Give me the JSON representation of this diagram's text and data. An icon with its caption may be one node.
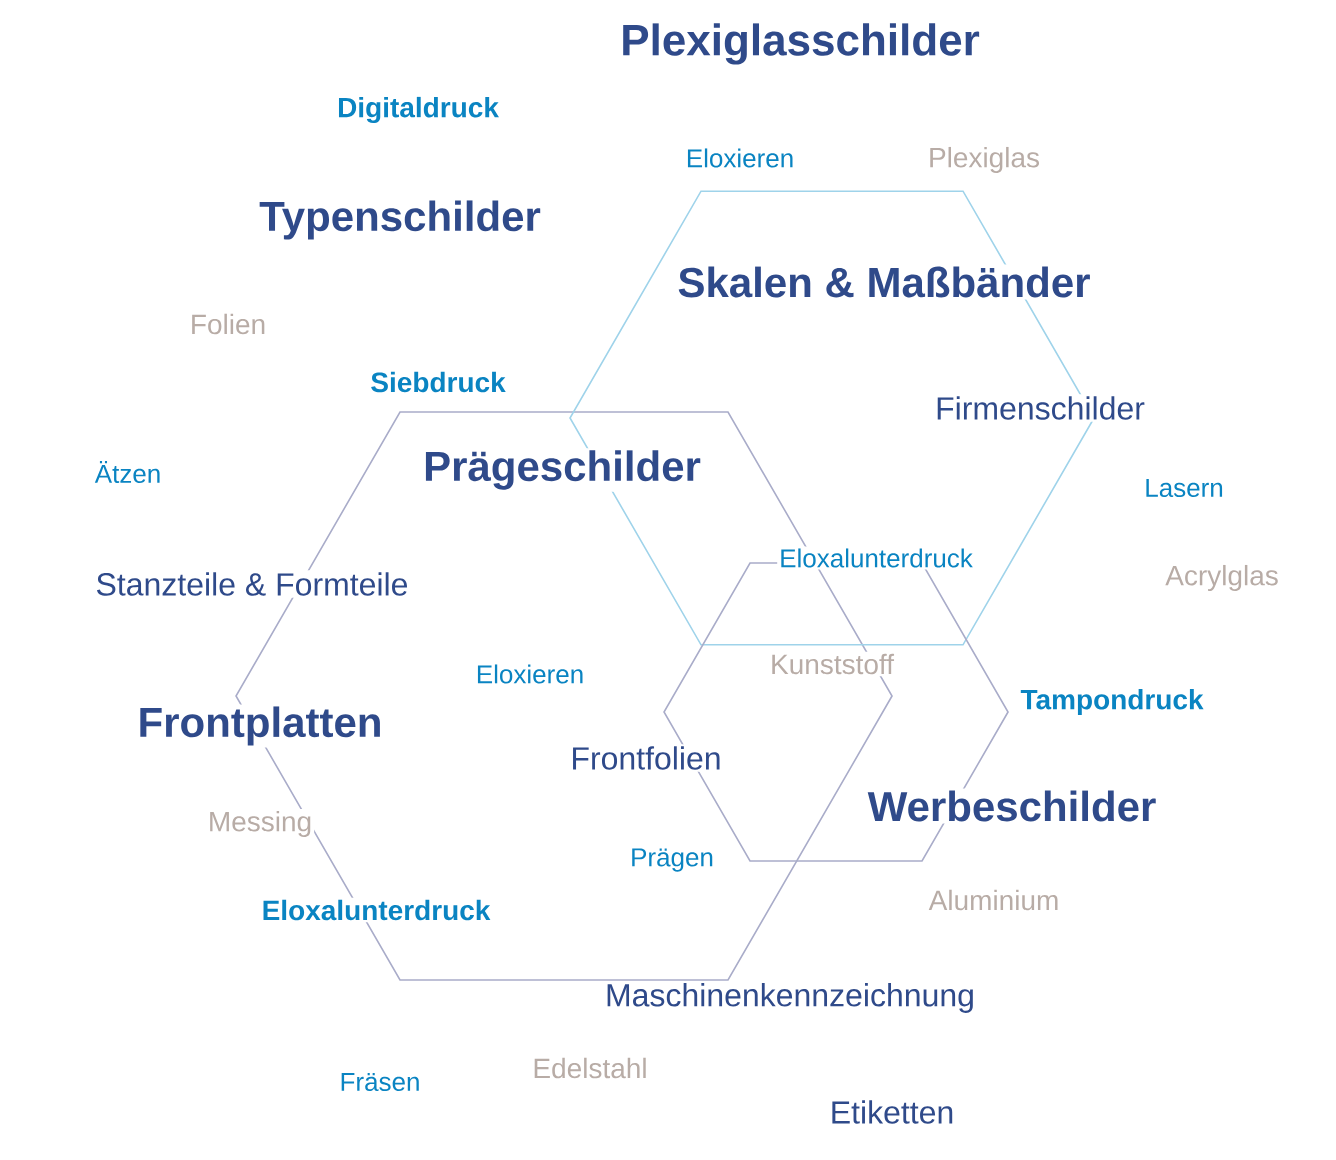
{
  "diagram": {
    "labels": [
      "Plexiglasschilder",
      "Digitaldruck",
      "Eloxieren",
      "Plexiglas",
      "Typenschilder",
      "Skalen & Maßbänder",
      "Folien",
      "Siebdruck",
      "Firmenschilder",
      "Ätzen",
      "Prägeschilder",
      "Lasern",
      "Eloxalunterdruck",
      "Stanzteile & Formteile",
      "Acrylglas",
      "Kunststoff",
      "Eloxieren",
      "Tampondruck",
      "Frontplatten",
      "Frontfolien",
      "Werbeschilder",
      "Messing",
      "Prägen",
      "Eloxalunterdruck",
      "Aluminium",
      "Maschinenkennzeichnung",
      "Fräsen",
      "Edelstahl",
      "Etiketten"
    ]
  }
}
